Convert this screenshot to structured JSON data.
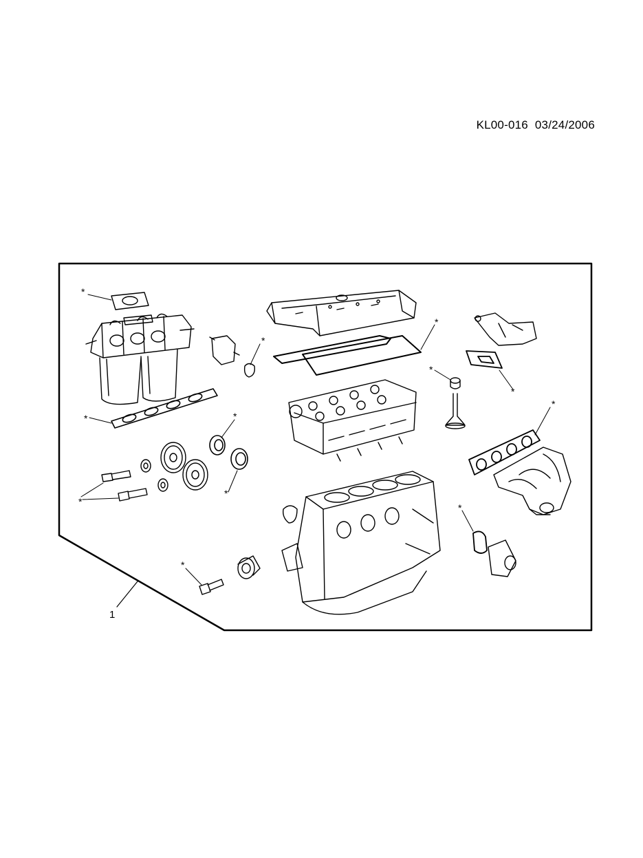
{
  "header": {
    "part_code": "KL00-016",
    "date": "03/24/2006"
  },
  "diagram": {
    "main_callout": "1",
    "marker_symbol": "*"
  }
}
